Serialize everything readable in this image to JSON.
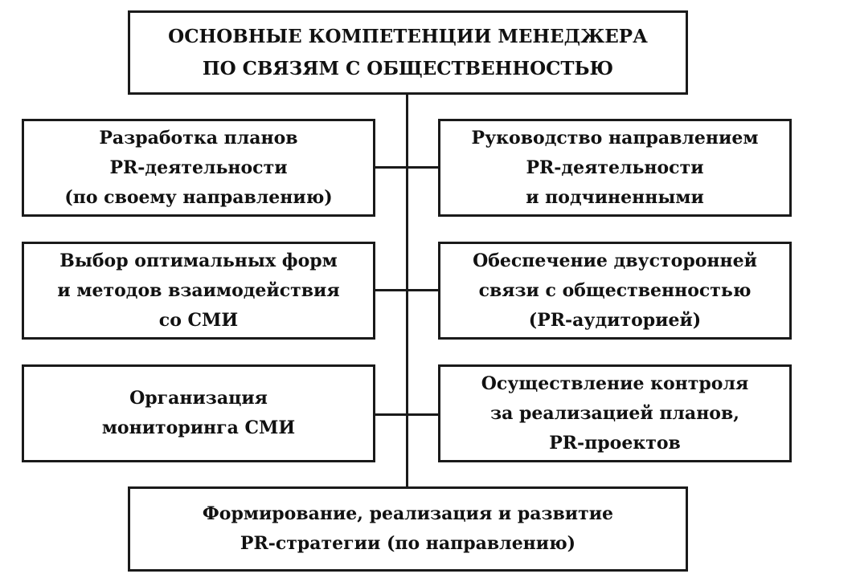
{
  "title": {
    "lines": [
      "ОСНОВНЫЕ КОМПЕТЕНЦИИ МЕНЕДЖЕРА",
      "ПО СВЯЗЯМ С ОБЩЕСТВЕННОСТЬЮ"
    ]
  },
  "left": [
    {
      "lines": [
        "Разработка планов",
        "PR-деятельности",
        "(по своему направлению)"
      ]
    },
    {
      "lines": [
        "Выбор оптимальных форм",
        "и методов взаимодействия",
        "со СМИ"
      ]
    },
    {
      "lines": [
        "Организация",
        "мониторинга СМИ"
      ]
    }
  ],
  "right": [
    {
      "lines": [
        "Руководство направлением",
        "PR-деятельности",
        "и подчиненными"
      ]
    },
    {
      "lines": [
        "Обеспечение двусторонней",
        "связи с общественностью",
        "(PR-аудиторией)"
      ]
    },
    {
      "lines": [
        "Осуществление контроля",
        "за реализацией планов,",
        "PR-проектов"
      ]
    }
  ],
  "bottom": {
    "lines": [
      "Формирование, реализация и развитие",
      "PR-стратегии (по направлению)"
    ]
  }
}
